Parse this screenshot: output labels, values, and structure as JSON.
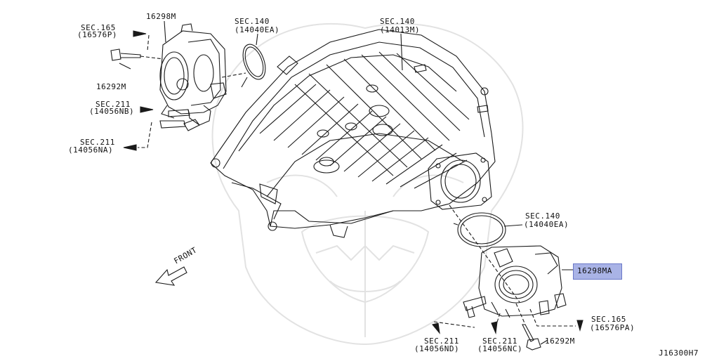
{
  "labels": {
    "part_16298M_top": "16298M",
    "sec165_top_a": "SEC.165",
    "sec165_top_b": "(16576P)",
    "part_16292M_top": "16292M",
    "sec211_nb_a": "SEC.211",
    "sec211_nb_b": "(14056NB)",
    "sec211_na_a": "SEC.211",
    "sec211_na_b": "(14056NA)",
    "sec140_ea_top_a": "SEC.140",
    "sec140_ea_top_b": "(14040EA)",
    "sec140_m_a": "SEC.140",
    "sec140_m_b": "(14013M)",
    "sec140_ea_bottom_a": "SEC.140",
    "sec140_ea_bottom_b": "(14040EA)",
    "part_16298MA": "16298MA",
    "sec165_bottom_a": "SEC.165",
    "sec165_bottom_b": "(16576PA)",
    "part_16292M_bottom": "16292M",
    "sec211_nd_a": "SEC.211",
    "sec211_nd_b": "(14056ND)",
    "sec211_nc_a": "SEC.211",
    "sec211_nc_b": "(14056NC)",
    "front": "FRONT",
    "ref_code": "J16300H7"
  },
  "highlight_color": "#a9b3e6"
}
